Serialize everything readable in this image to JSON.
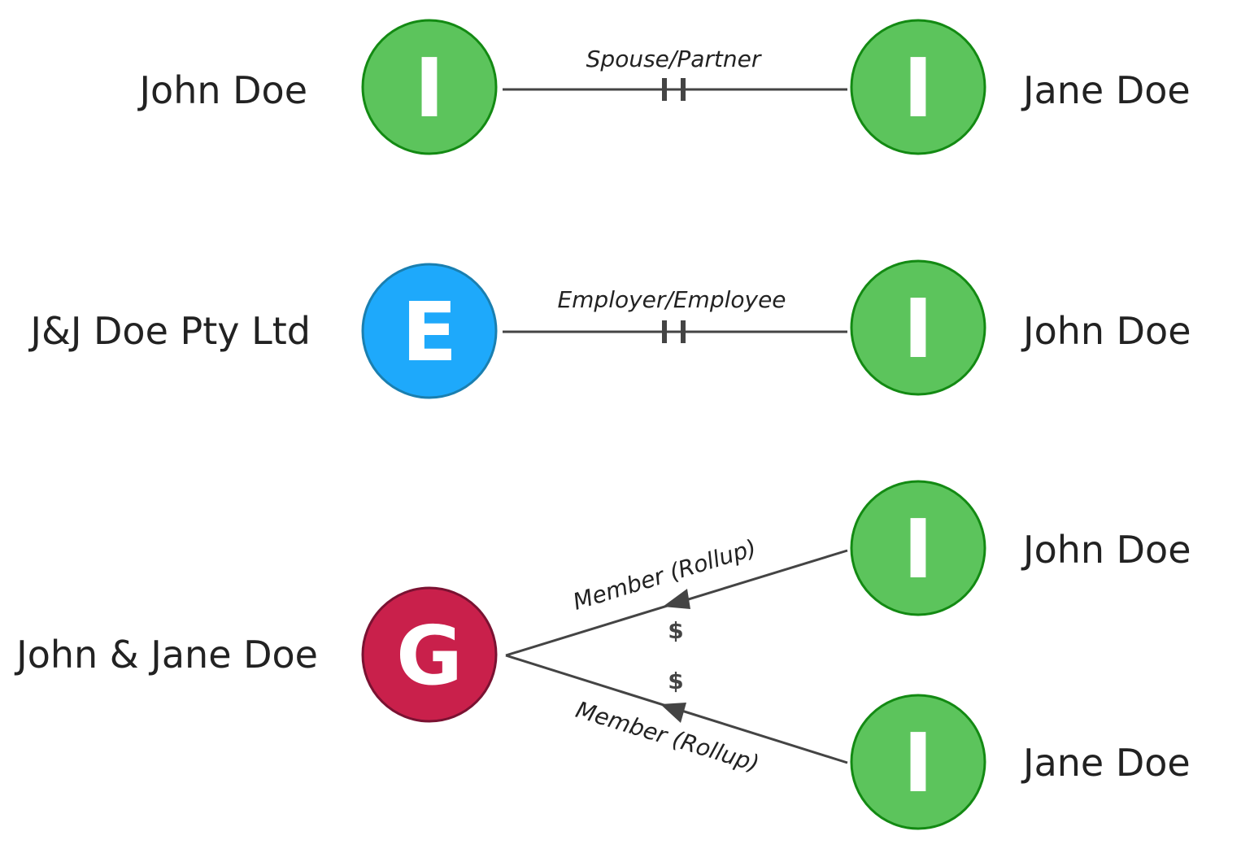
{
  "colors": {
    "individual_fill": "#5cc45c",
    "individual_stroke": "#138a13",
    "entity_fill": "#1ea9fb",
    "entity_stroke": "#1a7fb0",
    "group_fill": "#c9204b",
    "group_stroke": "#7a1232",
    "edge": "#444444"
  },
  "row1": {
    "left_name": "John Doe",
    "left_letter": "I",
    "right_name": "Jane Doe",
    "right_letter": "I",
    "relation": "Spouse/Partner"
  },
  "row2": {
    "left_name": "J&J Doe Pty Ltd",
    "left_letter": "E",
    "right_name": "John Doe",
    "right_letter": "I",
    "relation": "Employer/Employee"
  },
  "row3": {
    "group_name": "John & Jane Doe",
    "group_letter": "G",
    "member_top_name": "John Doe",
    "member_top_letter": "I",
    "member_bottom_name": "Jane Doe",
    "member_bottom_letter": "I",
    "relation_top": "Member (Rollup)",
    "relation_bottom": "Member (Rollup)",
    "money_top": "$",
    "money_bottom": "$"
  }
}
